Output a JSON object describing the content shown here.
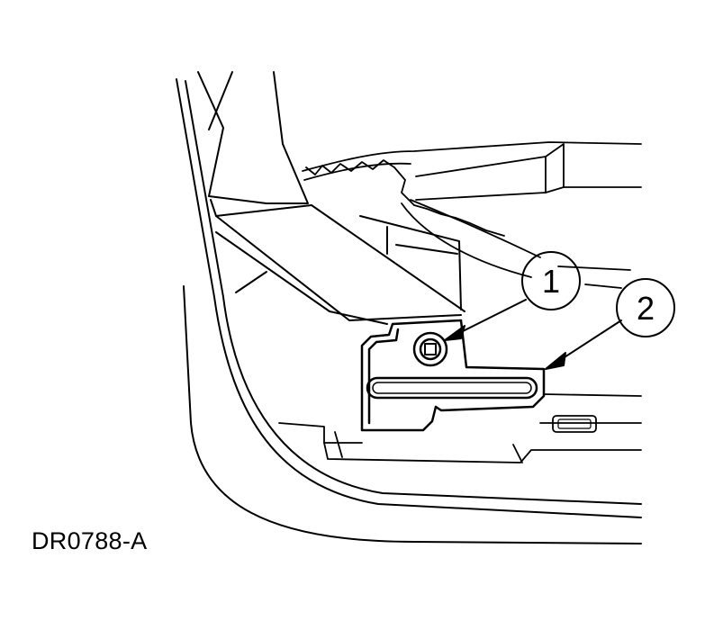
{
  "figure_id": "DR0788-A",
  "callouts": [
    {
      "number": "1",
      "part": "screw"
    },
    {
      "number": "2",
      "part": "bracket"
    }
  ],
  "colors": {
    "line": "#000000",
    "background": "#ffffff"
  }
}
